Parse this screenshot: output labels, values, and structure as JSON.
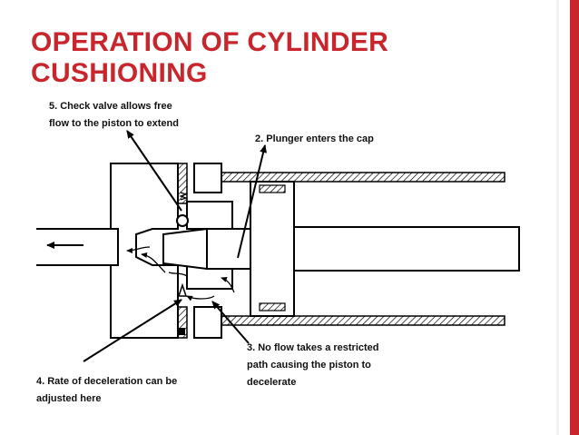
{
  "slide": {
    "title_line1": "OPERATION OF CYLINDER",
    "title_line2": "CUSHIONING"
  },
  "colors": {
    "accent": "#c8262c",
    "line": "#000000",
    "hatch": "#000000"
  },
  "callouts": {
    "check_valve": {
      "line1": "5. Check valve allows free",
      "line2": "flow to the piston to extend"
    },
    "plunger": {
      "line1": "2. Plunger enters the cap"
    },
    "restricted": {
      "line1": "3. No flow takes a restricted",
      "line2": "path causing the piston to",
      "line3": "decelerate"
    },
    "deceleration": {
      "line1": "4. Rate of deceleration can be",
      "line2": "adjusted here"
    }
  }
}
